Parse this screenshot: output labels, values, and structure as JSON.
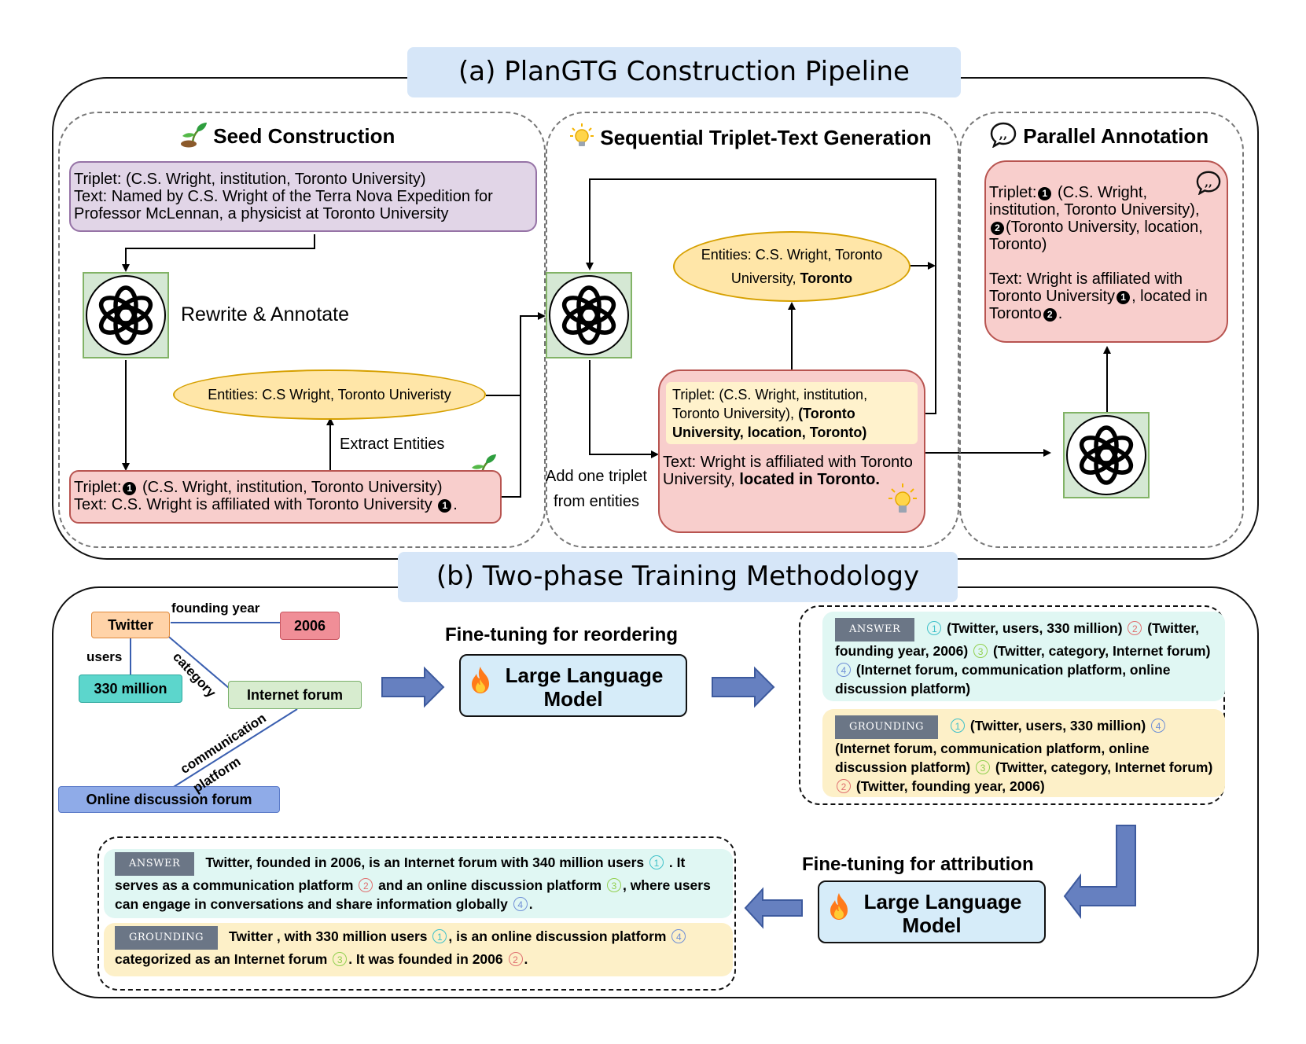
{
  "part_a": {
    "title": "(a) PlanGTG Construction Pipeline",
    "seed": {
      "title": "Seed Construction",
      "input_triplet": "Triplet: (C.S. Wright, institution, Toronto University)",
      "input_text": "Text: Named by C.S. Wright of the Terra Nova Expedition for Professor McLennan, a physicist at Toronto University",
      "rewrite_label": "Rewrite & Annotate",
      "entities": "Entities: C.S Wright, Toronto Univeristy",
      "extract_label": "Extract Entities",
      "out_triplet_prefix": "Triplet:",
      "out_triplet_rest": " (C.S. Wright, institution, Toronto University)",
      "out_text": "Text: C.S. Wright is affiliated with Toronto University ",
      "out_text_end": "."
    },
    "sequential": {
      "title": "Sequential Triplet-Text Generation",
      "entities_plain": "Entities: C.S. Wright, Toronto University, ",
      "entities_bold": "Toronto",
      "add_label_1": "Add one triplet",
      "add_label_2": "from entities",
      "triplet_plain": "Triplet: (C.S. Wright, institution, Toronto University), ",
      "triplet_bold": "(Toronto University, location, Toronto)",
      "text_plain": "Text:  Wright is affiliated with Toronto University, ",
      "text_bold": "located in Toronto."
    },
    "parallel": {
      "title": "Parallel Annotation",
      "triplet_prefix": "Triplet:",
      "triplet_part1": " (C.S. Wright, institution, Toronto University), ",
      "triplet_part2": "(Toronto University, location, Toronto)",
      "text_part1": "Text:  Wright is affiliated with Toronto University",
      "text_part2": ", located in Toronto",
      "text_end": "."
    },
    "markers": {
      "one": "1",
      "two": "2"
    }
  },
  "part_b": {
    "title": "(b) Two-phase Training Methodology",
    "graph": {
      "nodes": {
        "twitter": "Twitter",
        "year": "2006",
        "users": "330 million",
        "forum": "Internet forum",
        "online": "Online discussion forum"
      },
      "edges": {
        "founding_year": "founding year",
        "users": "users",
        "category": "category",
        "communication_1": "communication",
        "communication_2": "platform"
      }
    },
    "reorder": {
      "title": "Fine-tuning for reordering",
      "model_line1": "Large Language",
      "model_line2": "Model"
    },
    "attribution": {
      "title": "Fine-tuning for attribution",
      "model_line1": "Large Language",
      "model_line2": "Model"
    },
    "tags": {
      "answer": "ANSWER",
      "grounding": "GROUNDING"
    },
    "circled": {
      "n1": "1",
      "n2": "2",
      "n3": "3",
      "n4": "4"
    },
    "reorder_answer": {
      "t1": " (Twitter, users, 330 million) ",
      "t2": " (Twitter, founding year, 2006) ",
      "t3": " (Twitter, category, Internet forum) ",
      "t4": " (Internet forum, communication platform, online discussion platform)"
    },
    "reorder_grounding": {
      "t1": " (Twitter, users, 330 million) ",
      "t4": " (Internet forum, communication platform, online discussion platform) ",
      "t3": " (Twitter, category, Internet forum) ",
      "t2": " (Twitter, founding year, 2006)"
    },
    "attr_answer": {
      "s1": "Twitter, founded in 2006, is an Internet forum with 340 million users ",
      "s2": " . It serves as a communication platform ",
      "s3": " and an online discussion platform ",
      "s4": ", where users can engage in conversations and share information globally ",
      "s5": "."
    },
    "attr_grounding": {
      "s1": "Twitter , with 330 million users ",
      "s2": ", is an online discussion platform ",
      "s3": " categorized as an Internet forum ",
      "s4": ". It was founded in 2006 ",
      "s5": "."
    }
  }
}
